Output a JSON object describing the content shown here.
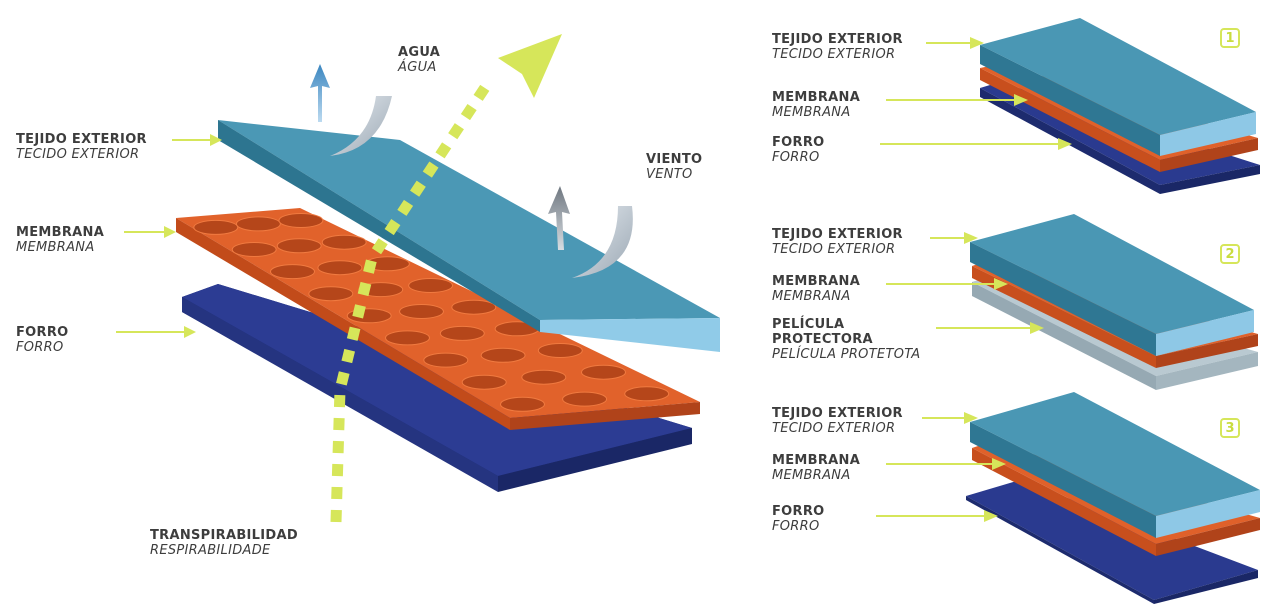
{
  "main": {
    "tejido_exterior": {
      "es": "TEJIDO EXTERIOR",
      "pt": "TECIDO EXTERIOR"
    },
    "membrana": {
      "es": "MEMBRANA",
      "pt": "MEMBRANA"
    },
    "forro": {
      "es": "FORRO",
      "pt": "FORRO"
    },
    "agua": {
      "es": "AGUA",
      "pt": "ÁGUA"
    },
    "viento": {
      "es": "VIENTO",
      "pt": "VENTO"
    },
    "transpirabilidad": {
      "es": "TRANSPIRABILIDAD",
      "pt": "RESPIRABILIDADE"
    }
  },
  "variants": [
    {
      "number": "1",
      "layers": [
        {
          "es": "TEJIDO EXTERIOR",
          "pt": "TECIDO EXTERIOR"
        },
        {
          "es": "MEMBRANA",
          "pt": "MEMBRANA"
        },
        {
          "es": "FORRO",
          "pt": "FORRO"
        }
      ]
    },
    {
      "number": "2",
      "layers": [
        {
          "es": "TEJIDO EXTERIOR",
          "pt": "TECIDO EXTERIOR"
        },
        {
          "es": "MEMBRANA",
          "pt": "MEMBRANA"
        },
        {
          "es_line1": "PELÍCULA",
          "es_line2": "PROTECTORA",
          "pt": "PELÍCULA PROTETOTA"
        }
      ]
    },
    {
      "number": "3",
      "layers": [
        {
          "es": "TEJIDO EXTERIOR",
          "pt": "TECIDO EXTERIOR"
        },
        {
          "es": "MEMBRANA",
          "pt": "MEMBRANA"
        },
        {
          "es": "FORRO",
          "pt": "FORRO"
        }
      ]
    }
  ],
  "colors": {
    "outer_top": "#4a97b4",
    "outer_side": "#8ec8e6",
    "outer_edge": "#2f7793",
    "membrane_top": "#e0612a",
    "membrane_side": "#c84f1d",
    "lining_top": "#2a3a8f",
    "lining_side": "#1d2b6e",
    "film": "#b9c9d1",
    "pointer": "#d6e65a"
  }
}
